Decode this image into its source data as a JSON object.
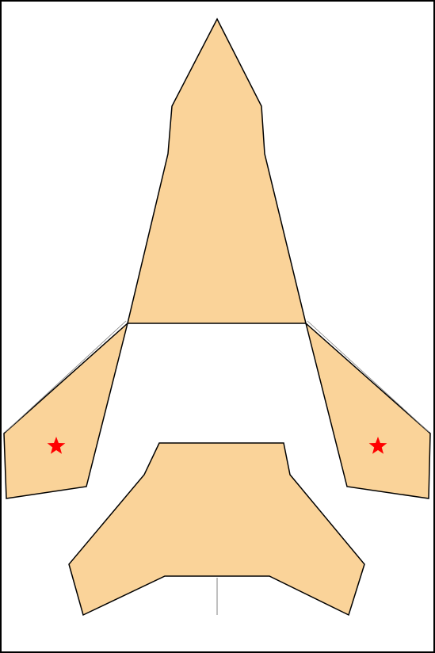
{
  "diagram": {
    "subject": "paper-rocket-cutout-template",
    "pieces": [
      {
        "id": "nose-body",
        "name": "rocket-nose-body-piece"
      },
      {
        "id": "left-fin",
        "name": "left-fin-piece",
        "icon": "star-icon"
      },
      {
        "id": "right-fin",
        "name": "right-fin-piece",
        "icon": "star-icon"
      },
      {
        "id": "tail",
        "name": "tail-piece"
      }
    ]
  },
  "colors": {
    "fill": "#FAD399",
    "stroke": "#000000",
    "star": "#FF0000",
    "guide": "#808080",
    "background": "#FFFFFF"
  }
}
